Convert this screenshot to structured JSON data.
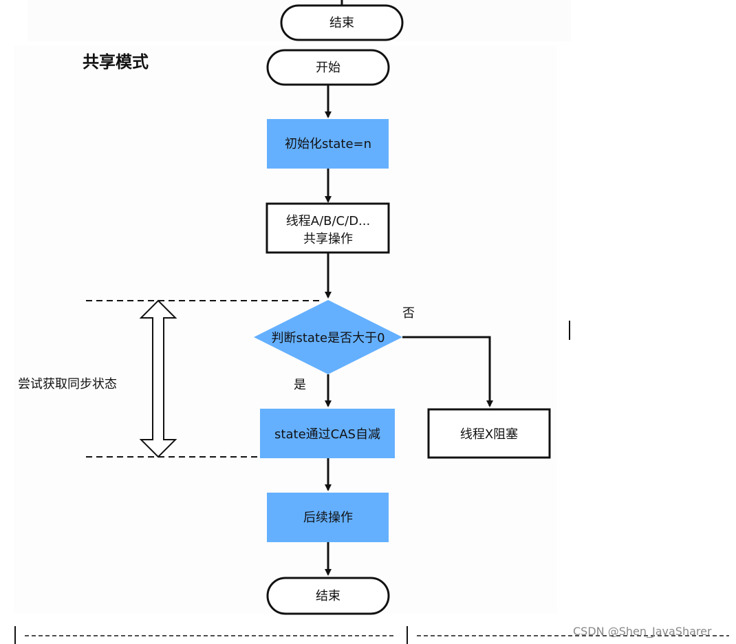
{
  "diagram": {
    "title": "共享模式",
    "top_end": "结束",
    "start": "开始",
    "init_state": "初始化state=n",
    "threads_line1": "线程A/B/C/D...",
    "threads_line2": "共享操作",
    "decision": "判断state是否大于0",
    "no_label": "否",
    "yes_label": "是",
    "cas_decrement": "state通过CAS自减",
    "thread_blocked": "线程X阻塞",
    "follow_up": "后续操作",
    "end": "结束",
    "try_acquire_label": "尝试获取同步状态"
  },
  "footer": {
    "watermark": "CSDN @Shen_JavaSharer"
  },
  "colors": {
    "blue_fill": "#64b0ff",
    "stroke": "#111111",
    "background": "#ffffff"
  }
}
